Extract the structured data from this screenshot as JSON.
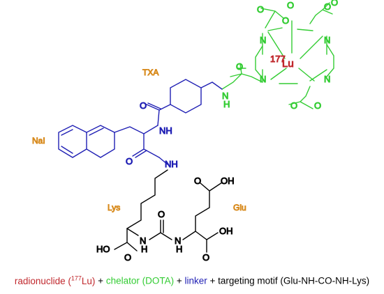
{
  "colors": {
    "radionuclide": "#c0282d",
    "chelator": "#33cc33",
    "linker": "#1f1fb4",
    "motif": "#000000",
    "segment_label": "#d88b1e"
  },
  "atoms": {
    "O": "O",
    "OH": "OH",
    "HO": "HO",
    "N": "N",
    "NH": "NH",
    "H": "H"
  },
  "metal": {
    "mass_number": "177",
    "symbol": "Lu"
  },
  "segment_labels": {
    "txa": "TXA",
    "nal": "NaI",
    "lys": "Lys",
    "glu": "Glu"
  },
  "legend": {
    "radionuclide_text": "radionuclide (",
    "radionuclide_mass": "177",
    "radionuclide_symbol": "Lu)",
    "plus1": " + ",
    "chelator": "chelator (DOTA)",
    "plus2": " + ",
    "linker": "linker",
    "plus3": " + ",
    "motif": "targeting motif (Glu-NH-CO-NH-Lys)"
  }
}
